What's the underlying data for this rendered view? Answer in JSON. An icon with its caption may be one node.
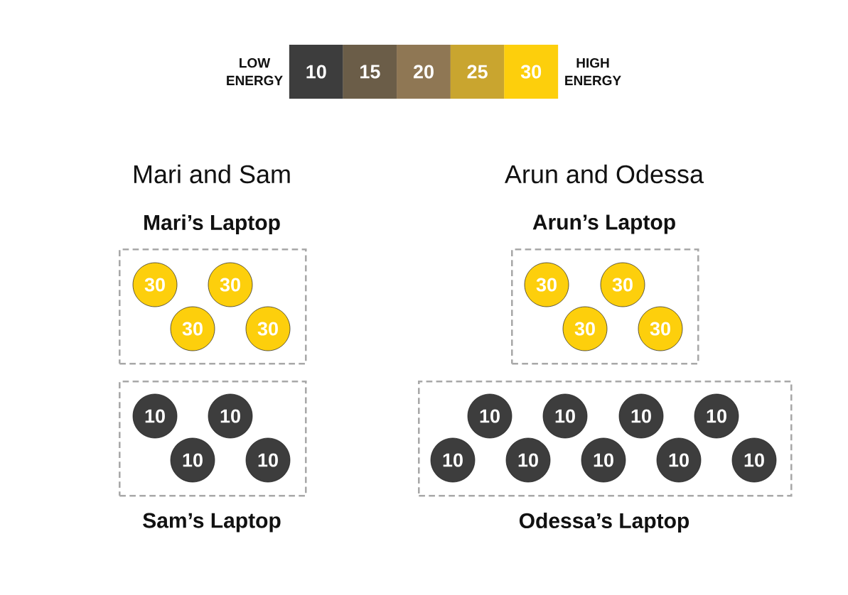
{
  "diagram": {
    "nodes": [
      {
        "text": [
          "Mari’s Laptop"
        ]
      },
      {
        "text": [
          "30"
        ],
        "in": 0
      },
      {
        "text": [
          "30"
        ],
        "in": 0
      },
      {
        "text": [
          "30"
        ],
        "in": 0
      },
      {
        "text": [
          "30"
        ],
        "in": 0
      },
      {
        "text": [
          "Sam’s Laptop"
        ]
      },
      {
        "text": [
          "10"
        ],
        "in": 5
      },
      {
        "text": [
          "10"
        ],
        "in": 5
      },
      {
        "text": [
          "10"
        ],
        "in": 5
      },
      {
        "text": [
          "10"
        ],
        "in": 5
      },
      {
        "text": [
          "Arun’s Laptop"
        ]
      },
      {
        "text": [
          "30"
        ],
        "in": 10
      },
      {
        "text": [
          "30"
        ],
        "in": 10
      },
      {
        "text": [
          "30"
        ],
        "in": 10
      },
      {
        "text": [
          "30"
        ],
        "in": 10
      },
      {
        "text": [
          "Odessa’s Laptop"
        ]
      },
      {
        "text": [
          "10"
        ],
        "in": 15
      },
      {
        "text": [
          "10"
        ],
        "in": 15
      },
      {
        "text": [
          "10"
        ],
        "in": 15
      },
      {
        "text": [
          "10"
        ],
        "in": 15
      },
      {
        "text": [
          "10"
        ],
        "in": 15
      },
      {
        "text": [
          "10"
        ],
        "in": 15
      },
      {
        "text": [
          "10"
        ],
        "in": 15
      },
      {
        "text": [
          "10"
        ],
        "in": 15
      },
      {
        "text": [
          "10"
        ],
        "in": 15
      }
    ],
    "labels": [
      "LOW ENERGY",
      "HIGH ENERGY",
      "Mari and Sam",
      "Arun and Odessa"
    ],
    "legend": [
      {
        "text": "10",
        "color": "#3d3d3d"
      },
      {
        "text": "15",
        "color": "#6b5d48"
      },
      {
        "text": "20",
        "color": "#8f7754"
      },
      {
        "text": "25",
        "color": "#c9a52f"
      },
      {
        "text": "30",
        "color": "#fdcf0c"
      }
    ]
  }
}
